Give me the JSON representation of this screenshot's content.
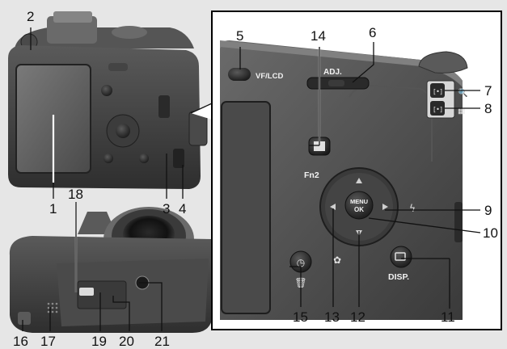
{
  "callouts": {
    "n1": "1",
    "n2": "2",
    "n3": "3",
    "n4": "4",
    "n5": "5",
    "n6": "6",
    "n7": "7",
    "n8": "8",
    "n9": "9",
    "n10": "10",
    "n11": "11",
    "n12": "12",
    "n13": "13",
    "n14": "14",
    "n15": "15",
    "n16": "16",
    "n17": "17",
    "n18": "18",
    "n19": "19",
    "n20": "20",
    "n21": "21"
  },
  "labels": {
    "vf_lcd": "VF/LCD",
    "adj": "ADJ.",
    "fn2": "Fn2",
    "menu": "MENU",
    "ok": "OK",
    "disp": "DISP."
  },
  "colors": {
    "background": "#e6e6e6",
    "camera_body": "#3a3a3a",
    "camera_dark": "#1c1c1c",
    "panel_border": "#000000"
  }
}
